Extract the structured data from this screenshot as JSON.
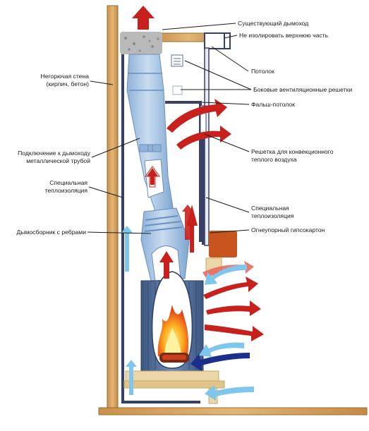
{
  "labels": {
    "existing_flue": "Существующий дымоход",
    "no_insulate_top": "Не изолировать верхнюю часть",
    "ceiling": "Потолок",
    "side_vent_grilles": "Боковые вентиляционные решетки",
    "false_ceiling": "Фальш-потолок",
    "noncombustible_wall_1": "Негорючая стена",
    "noncombustible_wall_2": "(кирпич, бетон)",
    "flue_connection_1": "Подключение к дымоходу",
    "flue_connection_2": "металлической трубой",
    "convection_grille_1": "Решетка для конвекционного",
    "convection_grille_2": "теплого воздуха",
    "special_insulation_left_1": "Специальная",
    "special_insulation_left_2": "теплоизоляция",
    "special_insulation_right_1": "Специальная",
    "special_insulation_right_2": "теплоизоляция",
    "fireproof_drywall": "Огнеупорный гипсокартон",
    "ribbed_smoke_collector": "Дымосборник с ребрами"
  },
  "colors": {
    "wall": "#dcaf6e",
    "wall_edge": "#9a6e32",
    "pipe": "#a9c6e4",
    "pipe_dark": "#7ea6cf",
    "insulation": "#3a3f66",
    "firebox": "#4e6d98",
    "hot_arrow": "#c8201c",
    "cold_arrow": "#7fc6ec",
    "fresh_air_arrow": "#1c2f8c",
    "mantel": "#c9551e",
    "hearth": "#ecd6a8"
  }
}
